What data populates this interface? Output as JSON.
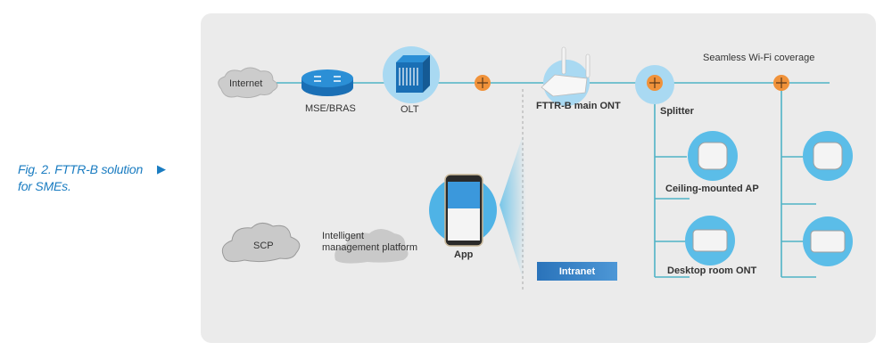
{
  "caption": {
    "text": "Fig. 2. FTTR-B solution for SMEs.",
    "line1": "Fig. 2. FTTR-B solution",
    "line2": "for SMEs.",
    "arrow": "▶"
  },
  "colors": {
    "accent": "#1a7cc1",
    "fiber_line": "#4fb3c6",
    "halo": "#5bbde8",
    "splitter_orange": "#f0923a",
    "panel_bg": "#ebebeb",
    "cloud": "#c9c9c9"
  },
  "nodes": {
    "internet": "Internet",
    "mse_bras": "MSE/BRAS",
    "olt": "OLT",
    "main_ont": "FTTR-B main ONT",
    "splitter": "Splitter",
    "wifi": "Seamless Wi-Fi coverage",
    "ceiling_ap": "Ceiling-mounted AP",
    "desktop_ont": "Desktop room ONT",
    "scp": "SCP",
    "imp_line1": "Intelligent",
    "imp_line2": "management platform",
    "app": "App",
    "intranet": "Intranet"
  },
  "icons": [
    "cloud-icon",
    "router-icon",
    "olt-chassis-icon",
    "splitter-icon",
    "ont-router-icon",
    "ceiling-ap-icon",
    "desktop-ont-icon",
    "smartphone-icon"
  ]
}
